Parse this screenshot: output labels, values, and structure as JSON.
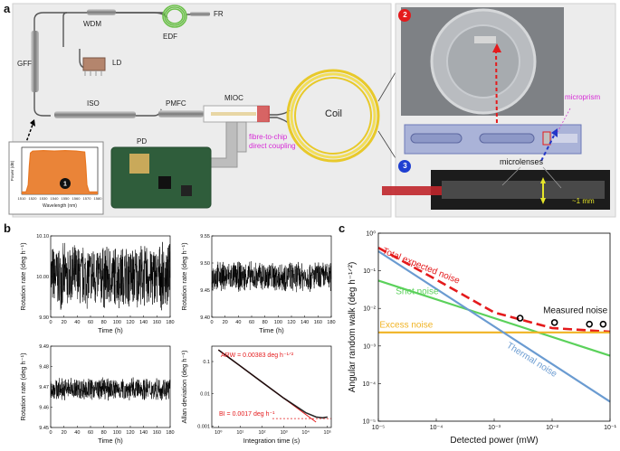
{
  "panel_a": {
    "letter": "a",
    "labels": {
      "fr": "FR",
      "wdm": "WDM",
      "edf": "EDF",
      "ld": "LD",
      "gff": "GFF",
      "iso": "ISO",
      "pmfc": "PMFC",
      "mioc": "MIOC",
      "coil": "Coil",
      "pd": "PD",
      "coupling": "fibre-to-chip direct coupling",
      "microprism": "microprism",
      "microlenses": "microlenses",
      "scale": "~1 mm"
    },
    "badges": [
      "1",
      "2",
      "3"
    ],
    "inset_chart": {
      "type": "line",
      "xlabel": "Wavelength (nm)",
      "ylabel": "Power (dB)",
      "xticks": [
        1510,
        1520,
        1530,
        1540,
        1550,
        1560,
        1570,
        1580
      ],
      "xlim": [
        1510,
        1580
      ],
      "x": [
        1510,
        1514,
        1516,
        1517,
        1518,
        1520,
        1530,
        1540,
        1550,
        1560,
        1568,
        1569,
        1570,
        1572,
        1575,
        1580
      ],
      "y": [
        0.05,
        0.05,
        0.2,
        0.6,
        0.88,
        0.92,
        0.93,
        0.92,
        0.93,
        0.92,
        0.9,
        0.6,
        0.2,
        0.05,
        0.05,
        0.05
      ],
      "color": "#e87722"
    }
  },
  "panel_b": {
    "letter": "b",
    "charts": [
      {
        "id": "b1",
        "type": "line",
        "xlabel": "Time (h)",
        "ylabel": "Rotation rate (deg h⁻¹)",
        "xticks": [
          0,
          20,
          40,
          60,
          80,
          100,
          120,
          140,
          160,
          180
        ],
        "yticks": [
          9.9,
          10.0,
          10.1
        ],
        "xlim": [
          0,
          180
        ],
        "ylim": [
          9.9,
          10.1
        ],
        "center": 10.0,
        "amplitude": 0.085,
        "color": "#000000"
      },
      {
        "id": "b2",
        "type": "line",
        "xlabel": "Time (h)",
        "ylabel": "Rotation rate (deg h⁻¹)",
        "xticks": [
          0,
          20,
          40,
          60,
          80,
          100,
          120,
          140,
          160,
          180
        ],
        "yticks": [
          9.4,
          9.45,
          9.5,
          9.55
        ],
        "xlim": [
          0,
          180
        ],
        "ylim": [
          9.4,
          9.55
        ],
        "center": 9.475,
        "amplitude": 0.03,
        "color": "#000000"
      },
      {
        "id": "b3",
        "type": "line",
        "xlabel": "Time (h)",
        "ylabel": "Rotation rate (deg h⁻¹)",
        "xticks": [
          0,
          20,
          40,
          60,
          80,
          100,
          120,
          140,
          160,
          180
        ],
        "yticks": [
          9.45,
          9.46,
          9.47,
          9.48,
          9.49
        ],
        "xlim": [
          0,
          180
        ],
        "ylim": [
          9.45,
          9.49
        ],
        "center": 9.469,
        "amplitude": 0.006,
        "color": "#000000"
      },
      {
        "id": "b4",
        "type": "line",
        "scale": "log-log",
        "xlabel": "Integration time (s)",
        "ylabel": "Allan deviation (deg h⁻¹)",
        "xticks": [
          1,
          10,
          100,
          1000,
          10000,
          100000
        ],
        "yticks": [
          0.001,
          0.01,
          0.1
        ],
        "xlim": [
          0.5,
          150000
        ],
        "ylim": [
          0.0009,
          0.3
        ],
        "x": [
          1,
          10,
          100,
          1000,
          10000,
          30000,
          60000,
          100000
        ],
        "y": [
          0.23,
          0.073,
          0.023,
          0.0073,
          0.0026,
          0.0019,
          0.0018,
          0.0019
        ],
        "annotations": [
          "ARW = 0.00383 deg h⁻¹ᐟ²",
          "BI = 0.0017 deg h⁻¹"
        ],
        "fit_color": "#e41a1c",
        "color": "#000000"
      }
    ]
  },
  "panel_c": {
    "letter": "c",
    "chart_data": {
      "type": "line",
      "scale": "log-log",
      "xlabel": "Detected power (mW)",
      "ylabel": "Angular random walk (deg h⁻¹ᐟ²)",
      "xlim": [
        1e-05,
        0.1
      ],
      "ylim": [
        1e-05,
        1
      ],
      "xticks": [
        1e-05,
        0.0001,
        0.001,
        0.01,
        0.1
      ],
      "yticks": [
        1e-05,
        0.0001,
        0.001,
        0.01,
        0.1,
        1
      ],
      "series": [
        {
          "name": "Total expected noise",
          "color": "#e41a1c",
          "dash": true,
          "x": [
            1e-05,
            0.0001,
            0.001,
            0.01,
            0.1
          ],
          "y": [
            0.41,
            0.058,
            0.0078,
            0.003,
            0.0024
          ]
        },
        {
          "name": "Shot noise",
          "color": "#5bd15b",
          "x": [
            1e-05,
            0.1
          ],
          "y": [
            0.055,
            0.00055
          ]
        },
        {
          "name": "Excess noise",
          "color": "#f0b323",
          "x": [
            1e-05,
            0.1
          ],
          "y": [
            0.0023,
            0.0023
          ]
        },
        {
          "name": "Thermal noise",
          "color": "#6a9bd1",
          "x": [
            1e-05,
            0.1
          ],
          "y": [
            0.33,
            3.3e-05
          ]
        },
        {
          "name": "Measured noise",
          "type": "scatter",
          "color": "#000000",
          "x": [
            0.0028,
            0.011,
            0.044,
            0.076
          ],
          "y": [
            0.0055,
            0.0042,
            0.0038,
            0.0038
          ]
        }
      ]
    }
  }
}
